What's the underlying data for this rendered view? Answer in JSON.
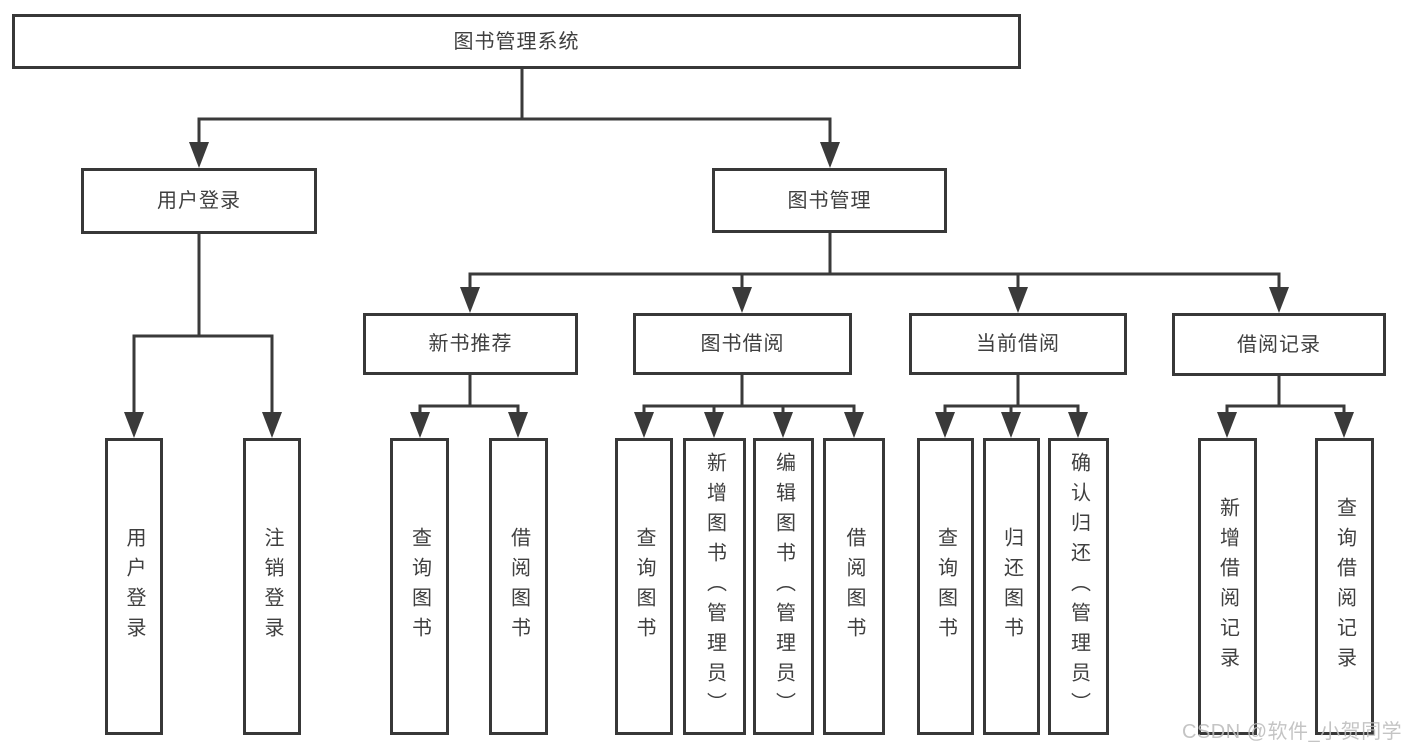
{
  "diagram": {
    "root": "图书管理系统",
    "branches": [
      {
        "label": "用户登录",
        "children": [
          "用户登录",
          "注销登录"
        ]
      },
      {
        "label": "图书管理",
        "sections": [
          {
            "label": "新书推荐",
            "children": [
              "查询图书",
              "借阅图书"
            ]
          },
          {
            "label": "图书借阅",
            "children": [
              "查询图书",
              "新增图书（管理员）",
              "编辑图书（管理员）",
              "借阅图书"
            ]
          },
          {
            "label": "当前借阅",
            "children": [
              "查询图书",
              "归还图书",
              "确认归还（管理员）"
            ]
          },
          {
            "label": "借阅记录",
            "children": [
              "新增借阅记录",
              "查询借阅记录"
            ]
          }
        ]
      }
    ]
  },
  "watermark": "CSDN @软件_小贺同学",
  "colors": {
    "line": "#3a3a3a",
    "border": "#383838",
    "text": "#3f3f3f",
    "watermark": "#bdbdbd",
    "background": "#ffffff"
  }
}
